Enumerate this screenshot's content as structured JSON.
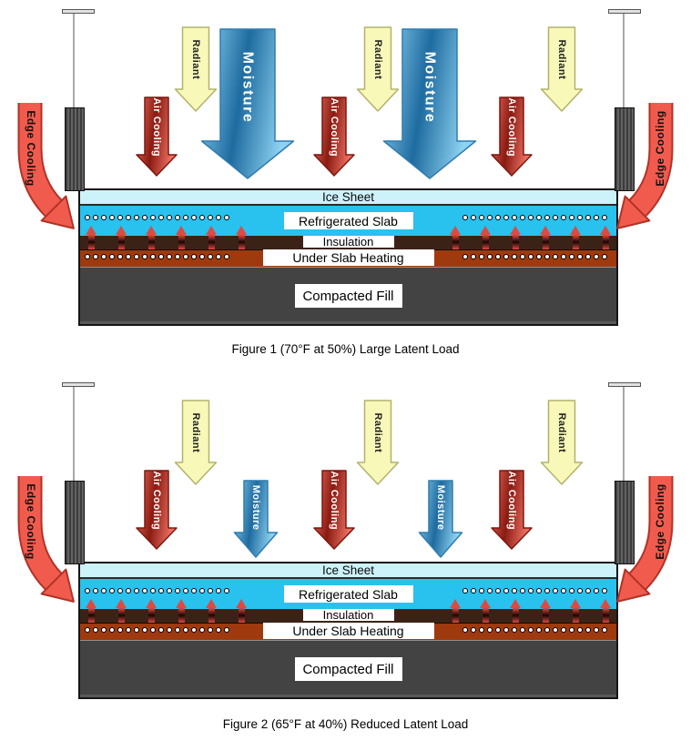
{
  "arrow_labels": {
    "radiant": "Radiant",
    "air_cooling": "Air Cooling",
    "moisture": "Moisture",
    "edge_cooling": "Edge Cooling"
  },
  "layer_labels": {
    "ice_sheet": "Ice Sheet",
    "refrigerated_slab": "Refrigerated Slab",
    "insulation": "Insulation",
    "under_slab_heating": "Under Slab Heating",
    "compacted_fill": "Compacted Fill"
  },
  "figures": [
    {
      "caption": "Figure 1 (70°F at 50%) Large Latent Load",
      "moisture_arrow_size": "large"
    },
    {
      "caption": "Figure 2 (65°F at 40%) Reduced Latent Load",
      "moisture_arrow_size": "small"
    }
  ],
  "colors": {
    "ice_sheet": "#cdf3fa",
    "refrigerated_slab": "#29c1ee",
    "insulation": "#3a2316",
    "under_slab_heating": "#9e3a0e",
    "compacted_fill": "#434343",
    "radiant_fill": "#f8f8b9",
    "radiant_border": "#b2b26d",
    "radiant_text": "#222222",
    "air_cooling_edge": "#ee7062",
    "air_cooling_center": "#8a1b12",
    "air_cooling_border": "#7d170f",
    "moisture_edge": "#8ed3f1",
    "moisture_center": "#1e6ba0",
    "moisture_border": "#2e7cb0",
    "edge_cooling_fill": "#f15b4e",
    "edge_cooling_border": "#b23226",
    "heat_arrow": "#dd4a41",
    "pipe_dot": "#ffffff",
    "label_bg": "#ffffff",
    "label_text": "#000000",
    "arrow_text_light": "#ffffff"
  }
}
